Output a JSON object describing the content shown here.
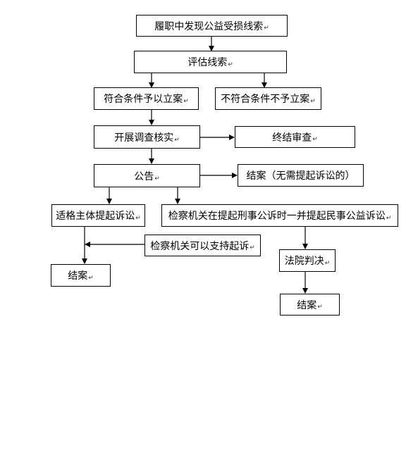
{
  "flowchart": {
    "paragraph_mark": "↵",
    "nodes": {
      "discover": "履职中发现公益受损线索",
      "evaluate": "评估线索",
      "meets": "符合条件予以立案",
      "not_meets": "不符合条件不予立案",
      "investigate": "开展调查核实",
      "terminate": "终结审查",
      "announce": "公告",
      "close_no_suit": "结案（无需提起诉讼的）",
      "qualified_suit": "适格主体提起诉讼",
      "procuratorate_joint": "检察机关在提起刑事公诉时一并提起民事公益诉讼",
      "support_suit": "检察机关可以支持起诉",
      "close_left": "结案",
      "court_judgment": "法院判决",
      "close_right": "结案"
    }
  }
}
